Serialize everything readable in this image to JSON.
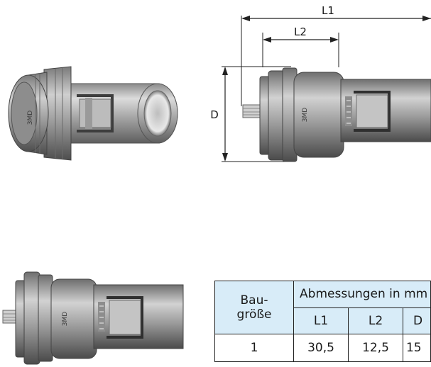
{
  "dimension_labels": {
    "l1": "L1",
    "l2": "L2",
    "d": "D"
  },
  "product_marking": "3MD",
  "table": {
    "size_header_line1": "Bau-",
    "size_header_line2": "größe",
    "dims_header": "Abmessungen in mm",
    "columns": [
      "L1",
      "L2",
      "D"
    ],
    "rows": [
      {
        "size": "1",
        "l1": "30,5",
        "l2": "12,5",
        "d": "15"
      }
    ]
  }
}
